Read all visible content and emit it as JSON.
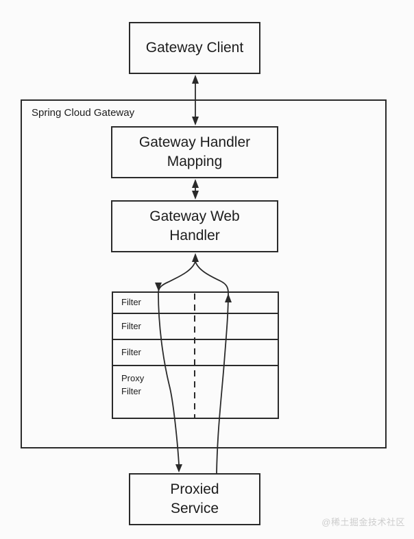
{
  "diagram": {
    "container_label": "Spring Cloud Gateway",
    "nodes": {
      "gateway_client": "Gateway Client",
      "gateway_handler_mapping": "Gateway Handler Mapping",
      "gateway_web_handler": "Gateway Web Handler",
      "proxied_service": "Proxied Service"
    },
    "filter_stack": {
      "rows": [
        "Filter",
        "Filter",
        "Filter",
        "Proxy Filter"
      ]
    },
    "flows": {
      "client_mapping": "bidirectional",
      "mapping_web_handler": "bidirectional",
      "web_handler_to_proxied_service": "request down / response up through filter chain"
    },
    "watermark": "@稀土掘金技术社区",
    "colors": {
      "line": "#2a2a2a",
      "text": "#1c1c1c",
      "background": "#fbfbfb",
      "watermark": "#cdcdcd"
    }
  }
}
